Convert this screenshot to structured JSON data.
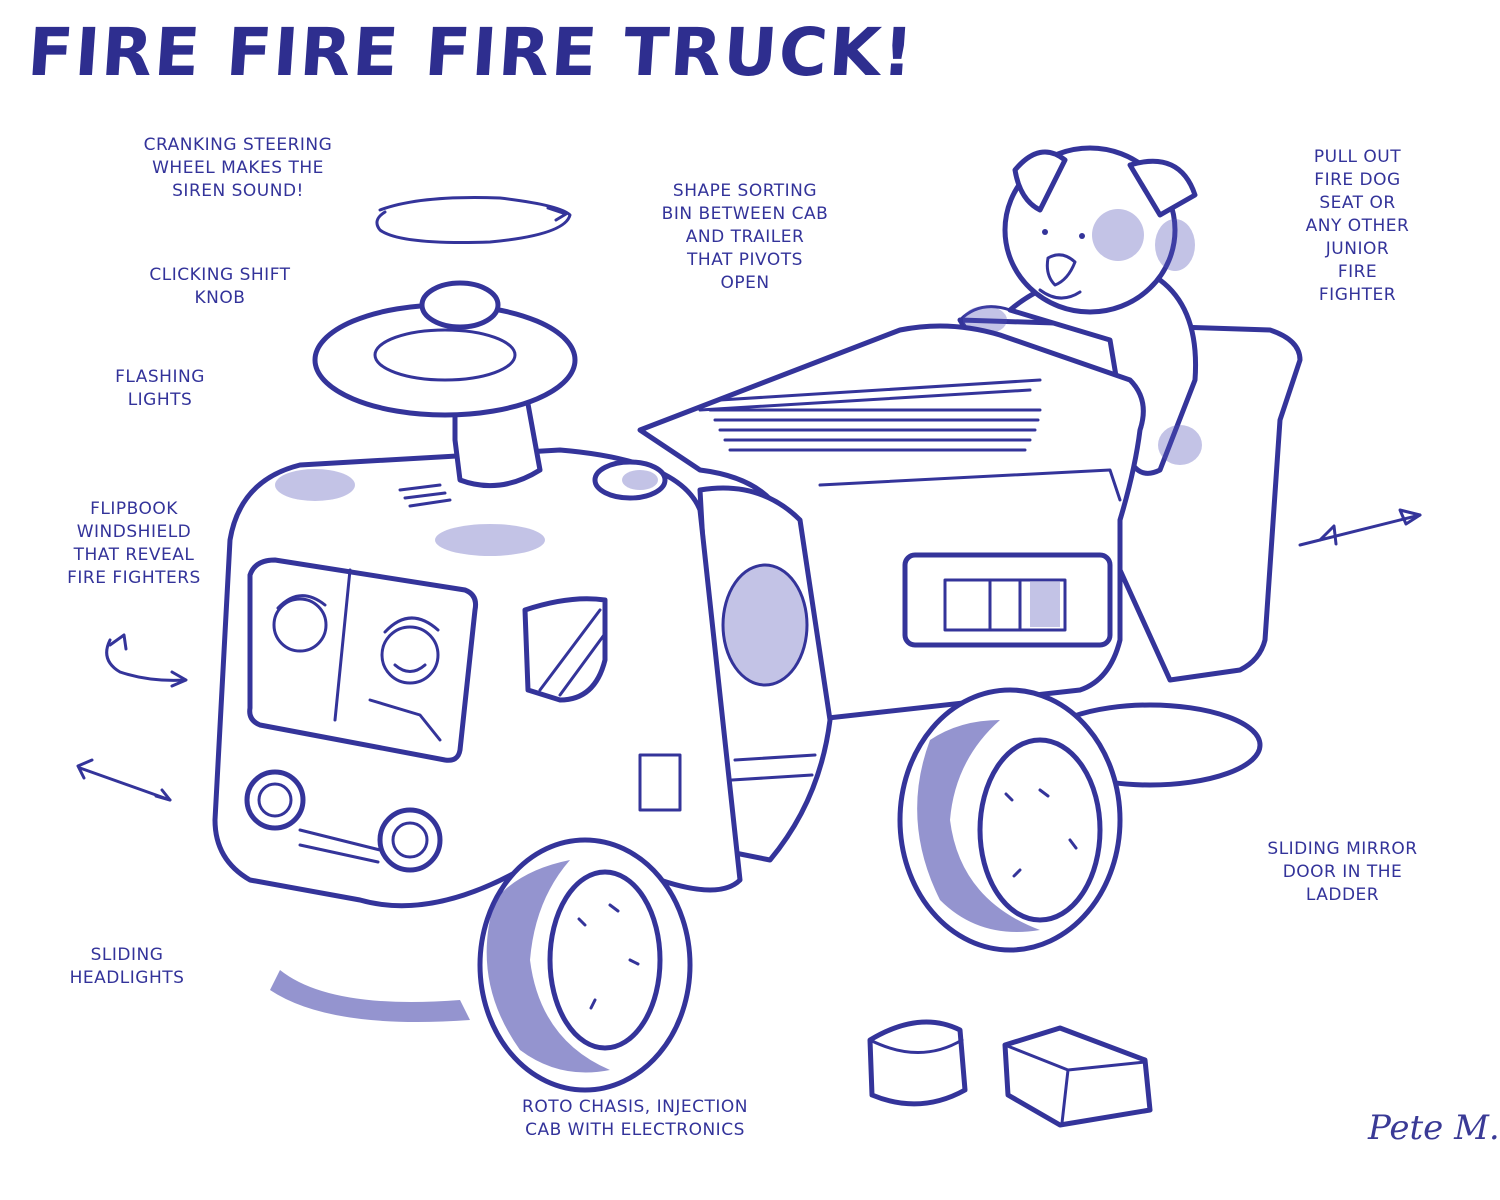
{
  "title": "FIRE FIRE FIRE TRUCK!",
  "annotations": {
    "steering_wheel": "CRANKING STEERING\nWHEEL MAKES THE\nSIREN SOUND!",
    "shift_knob": "CLICKING SHIFT\nKNOB",
    "flashing_lights": "FLASHING\nLIGHTS",
    "windshield": "FLIPBOOK\nWINDSHIELD\nTHAT REVEAL\nFIRE FIGHTERS",
    "headlights": "SLIDING\nHEADLIGHTS",
    "shape_sorting": "SHAPE SORTING\nBIN BETWEEN CAB\nAND TRAILER\nTHAT PIVOTS\nOPEN",
    "fire_dog_seat": "PULL OUT\nFIRE DOG\nSEAT OR\nANY OTHER\nJUNIOR\nFIRE\nFIGHTER",
    "mirror_door": "SLIDING MIRROR\nDOOR IN THE\nLADDER",
    "chassis": "ROTO CHASIS, INJECTION\nCAB WITH ELECTRONICS"
  },
  "signature": "Pete M.",
  "colors": {
    "ink": "#34349a",
    "paper": "#ffffff"
  }
}
